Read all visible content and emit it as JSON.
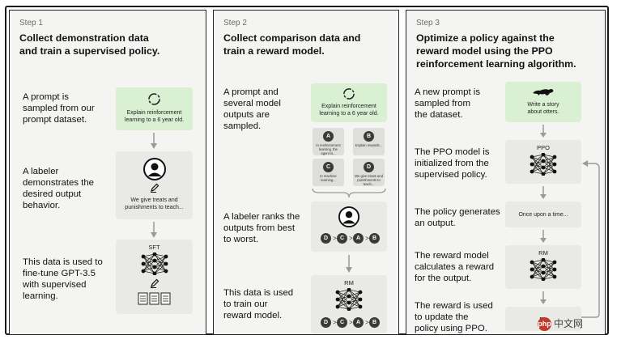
{
  "step1": {
    "step": "Step 1",
    "title_line1": "Collect demonstration data",
    "title_line2": "and train a supervised policy.",
    "desc1": [
      "A prompt is",
      "sampled from our",
      "prompt dataset."
    ],
    "desc2": [
      "A labeler",
      "demonstrates the",
      "desired output",
      "behavior."
    ],
    "desc3": [
      "This data is used to",
      "fine-tune GPT-3.5",
      "with supervised",
      "learning."
    ],
    "prompt_card": [
      "Explain reinforcement",
      "learning to a 6 year old."
    ],
    "labeler_card": [
      "We give treats and",
      "punishments to teach..."
    ],
    "model_label": "SFT"
  },
  "step2": {
    "step": "Step 2",
    "title_line1": "Collect comparison data and",
    "title_line2": "train a reward model.",
    "desc1": [
      "A prompt and",
      "several model",
      "outputs are",
      "sampled."
    ],
    "desc2": [
      "A labeler ranks the",
      "outputs from best",
      "to worst."
    ],
    "desc3": [
      "This data is used",
      "to train our",
      "reward model."
    ],
    "prompt_card": [
      "Explain reinforcement",
      "learning to a 6 year old."
    ],
    "outputs": [
      {
        "letter": "A",
        "text": [
          "In reinforcement",
          "learning, the",
          "agent is..."
        ]
      },
      {
        "letter": "B",
        "text": [
          "Explain rewards..."
        ]
      },
      {
        "letter": "C",
        "text": [
          "In machine",
          "learning..."
        ]
      },
      {
        "letter": "D",
        "text": [
          "We give treats and",
          "punishments to",
          "teach..."
        ]
      }
    ],
    "ranking": [
      "D",
      "C",
      "A",
      "B"
    ],
    "ranking_sep": ">",
    "model_label": "RM"
  },
  "step3": {
    "step": "Step 3",
    "title_line1": "Optimize a policy against the",
    "title_line2": "reward model using the PPO",
    "title_line3": "reinforcement learning algorithm.",
    "desc1": [
      "A new prompt is",
      "sampled from",
      "the dataset."
    ],
    "desc2": [
      "The PPO model is",
      "initialized from the",
      "supervised policy."
    ],
    "desc3": [
      "The policy generates",
      "an output."
    ],
    "desc4": [
      "The reward model",
      "calculates a reward",
      "for the output."
    ],
    "desc5": [
      "The reward is used",
      "to update the",
      "policy using PPO."
    ],
    "prompt_card": [
      "Write a story",
      "about otters."
    ],
    "policy_label": "PPO",
    "output_card": "Once upon a time...",
    "reward_label": "RM"
  },
  "watermark": {
    "icon": "php",
    "text": "中文网"
  },
  "colors": {
    "green_card": "#d9f0d3",
    "gray_card": "#e9e9e6",
    "panel_bg": "#f4f4f2",
    "arrow": "#9a9a9a"
  }
}
